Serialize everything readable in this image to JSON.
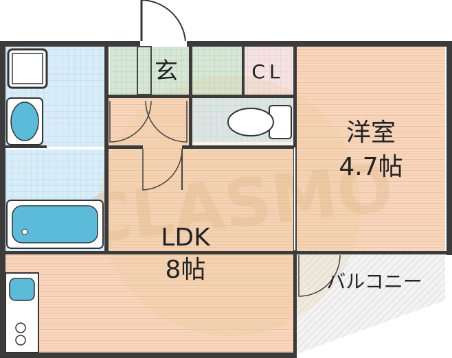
{
  "rooms": {
    "entrance": "玄",
    "closet": "CL",
    "western_room": {
      "name": "洋室",
      "size": "4.7帖"
    },
    "ldk": {
      "name": "LDK",
      "size": "8帖"
    },
    "balcony": "バルコニー"
  },
  "colors": {
    "floor_wood": "#f6d3b8",
    "floor_stripe": "#f2c2a2",
    "tile_blue": "#d6ebf6",
    "tile_grid": "#b9d6ea",
    "entrance_tile": "#cfe3cf",
    "wall": "#3a3a3a",
    "fixture_blue": "#5bbbd8",
    "watermark": "#d9c39a"
  },
  "watermark_text": "CLASMO"
}
